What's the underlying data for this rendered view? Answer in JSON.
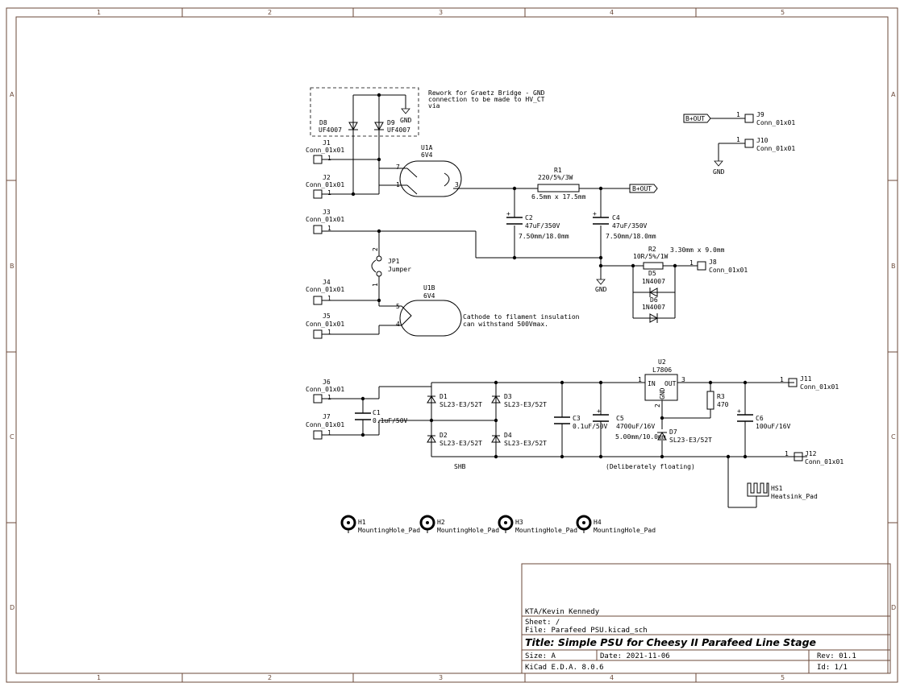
{
  "zones": {
    "cols": [
      "1",
      "2",
      "3",
      "4",
      "5"
    ],
    "rows": [
      "A",
      "B",
      "C",
      "D"
    ]
  },
  "note": {
    "rework": [
      "Rework for Graetz Bridge - GND",
      "connection to be made to HV_CT",
      "via"
    ],
    "cathode": [
      "Cathode to filament insulation",
      "can withstand 500Vmax."
    ],
    "floating": "(Deliberately floating)",
    "shb": "SHB"
  },
  "parts": {
    "d8": {
      "ref": "D8",
      "val": "UF4007"
    },
    "d9": {
      "ref": "D9",
      "val": "UF4007"
    },
    "gnd_top": "GND",
    "j1": {
      "ref": "J1",
      "val": "Conn_01x01",
      "pin": "1"
    },
    "j2": {
      "ref": "J2",
      "val": "Conn_01x01",
      "pin": "1"
    },
    "j3": {
      "ref": "J3",
      "val": "Conn_01x01",
      "pin": "1"
    },
    "j4": {
      "ref": "J4",
      "val": "Conn_01x01",
      "pin": "1"
    },
    "j5": {
      "ref": "J5",
      "val": "Conn_01x01",
      "pin": "1"
    },
    "j6": {
      "ref": "J6",
      "val": "Conn_01x01",
      "pin": "1"
    },
    "j7": {
      "ref": "J7",
      "val": "Conn_01x01",
      "pin": "1"
    },
    "j8": {
      "ref": "J8",
      "val": "Conn_01x01",
      "pin": "1"
    },
    "j9": {
      "ref": "J9",
      "val": "Conn_01x01",
      "pin": "1"
    },
    "j10": {
      "ref": "J10",
      "val": "Conn_01x01",
      "pin": "1"
    },
    "j11": {
      "ref": "J11",
      "val": "Conn_01x01",
      "pin": "1"
    },
    "j12": {
      "ref": "J12",
      "val": "Conn_01x01",
      "pin": "1"
    },
    "u1a": {
      "ref": "U1A",
      "val": "6V4",
      "p7": "7",
      "p1": "1",
      "p3": "3"
    },
    "u1b": {
      "ref": "U1B",
      "val": "6V4",
      "p5": "5",
      "p4": "4"
    },
    "r1": {
      "ref": "R1",
      "val": "220/5%/3W",
      "fp": "6.5mm x 17.5mm"
    },
    "r2": {
      "ref": "R2",
      "val": "10R/5%/1W",
      "fp": "3.30mm x 9.0mm"
    },
    "r3": {
      "ref": "R3",
      "val": "470"
    },
    "c1": {
      "ref": "C1",
      "val": "0.1uF/50V"
    },
    "c2": {
      "ref": "C2",
      "val": "47uF/350V",
      "fp": "7.50mm/18.0mm"
    },
    "c3": {
      "ref": "C3",
      "val": "0.1uF/50V"
    },
    "c4": {
      "ref": "C4",
      "val": "47uF/350V",
      "fp": "7.50mm/18.0mm"
    },
    "c5": {
      "ref": "C5",
      "val": "4700uF/16V",
      "fp": "5.00mm/10.0mm"
    },
    "c6": {
      "ref": "C6",
      "val": "100uF/16V"
    },
    "jp1": {
      "ref": "JP1",
      "val": "Jumper",
      "p2": "2",
      "p1": "1"
    },
    "d1": {
      "ref": "D1",
      "val": "SL23-E3/52T"
    },
    "d2": {
      "ref": "D2",
      "val": "SL23-E3/52T"
    },
    "d3": {
      "ref": "D3",
      "val": "SL23-E3/52T"
    },
    "d4": {
      "ref": "D4",
      "val": "SL23-E3/52T"
    },
    "d5": {
      "ref": "D5",
      "val": "1N4007"
    },
    "d6": {
      "ref": "D6",
      "val": "1N4007"
    },
    "d7": {
      "ref": "D7",
      "val": "SL23-E3/52T"
    },
    "u2": {
      "ref": "U2",
      "val": "L7806",
      "in": "IN",
      "out": "OUT",
      "gnd": "GND",
      "p1": "1",
      "p2": "2",
      "p3": "3"
    },
    "hs1": {
      "ref": "HS1",
      "val": "Heatsink_Pad"
    },
    "h1": {
      "ref": "H1",
      "val": "MountingHole_Pad"
    },
    "h2": {
      "ref": "H2",
      "val": "MountingHole_Pad"
    },
    "h3": {
      "ref": "H3",
      "val": "MountingHole_Pad"
    },
    "h4": {
      "ref": "H4",
      "val": "MountingHole_Pad"
    },
    "gnd_mid": "GND",
    "gnd_j10": "GND",
    "bout1": "B+OUT",
    "bout2": "B+OUT"
  },
  "title_block": {
    "company": "KTA/Kevin Kennedy",
    "sheet": "Sheet: /",
    "file": "File: Parafeed PSU.kicad_sch",
    "title": "Title: Simple PSU for Cheesy II Parafeed Line Stage",
    "size": "Size: A",
    "date": "Date: 2021-11-06",
    "rev": "Rev: 01.1",
    "tool": "KiCad E.D.A. 8.0.6",
    "id": "Id: 1/1"
  }
}
